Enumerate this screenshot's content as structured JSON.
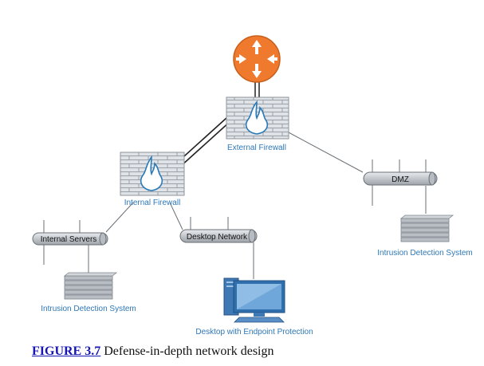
{
  "colors": {
    "router_orange": "#ef7a2e",
    "firewall_brick": "#d9dde2",
    "flame_blue": "#2a7ab8",
    "node_label": "#2e77b7",
    "segment_fill": "#c8ccd1",
    "ids_stack": "#aeb3b9",
    "caption_link": "#1515b4"
  },
  "nodes": {
    "router": {
      "icon": "router-icon"
    },
    "external_firewall": {
      "label": "External Firewall",
      "icon": "firewall-icon"
    },
    "internal_firewall": {
      "label": "Internal Firewall",
      "icon": "firewall-icon"
    },
    "dmz": {
      "label": "DMZ"
    },
    "internal_servers": {
      "label": "Internal Servers"
    },
    "desktop_network": {
      "label": "Desktop Network"
    },
    "ids_left": {
      "label": "Intrusion Detection System",
      "icon": "ids-appliance-icon"
    },
    "ids_right": {
      "label": "Intrusion Detection System",
      "icon": "ids-appliance-icon"
    },
    "desktop": {
      "label": "Desktop with Endpoint Protection",
      "icon": "desktop-computer-icon"
    }
  },
  "caption": {
    "figure": "FIGURE 3.7",
    "text": " Defense-in-depth network design"
  }
}
